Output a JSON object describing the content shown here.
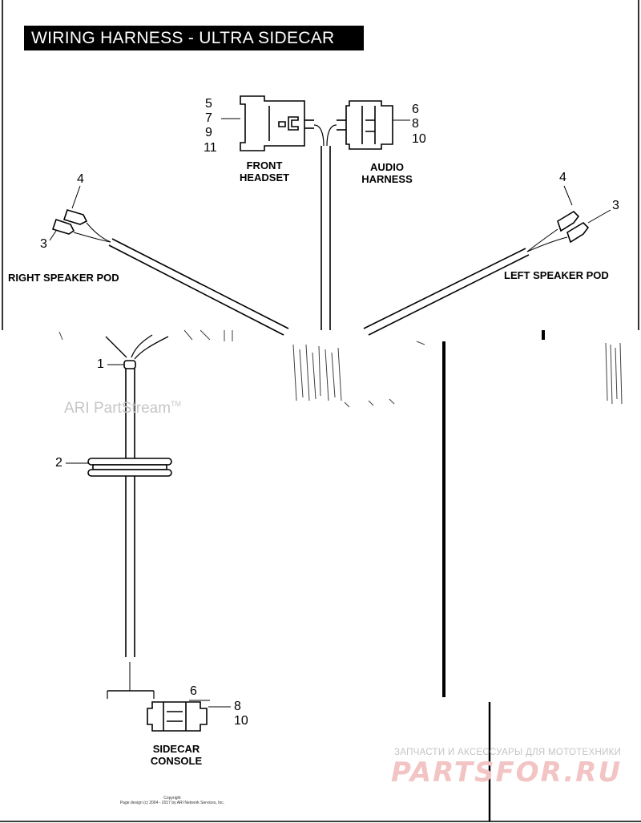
{
  "title": "WIRING HARNESS - ULTRA SIDECAR",
  "labels": {
    "front_headset": [
      "FRONT",
      "HEADSET"
    ],
    "audio_harness": [
      "AUDIO",
      "HARNESS"
    ],
    "right_speaker_pod": "RIGHT SPEAKER POD",
    "left_speaker_pod": "LEFT SPEAKER POD",
    "sidecar_console": [
      "SIDECAR",
      "CONSOLE"
    ]
  },
  "callouts": {
    "front_headset": [
      "5",
      "7",
      "9",
      "11"
    ],
    "audio_harness": [
      "6",
      "8",
      "10"
    ],
    "right_pod": [
      "4",
      "3"
    ],
    "left_pod": [
      "4",
      "3"
    ],
    "cable_clip": "1",
    "grommet": "2",
    "console_connector": [
      "6",
      "8",
      "10"
    ]
  },
  "watermark": {
    "text": "ARI PartStream",
    "mark": "TM"
  },
  "copyright": {
    "line1": "Copyright",
    "line2": "Page design (c) 2004 - 2017 by ARI Network Services, Inc."
  },
  "brand": {
    "subtitle": "ЗАПЧАСТИ И АКСЕССУАРЫ ДЛЯ МОТОТЕХНИКИ",
    "name": "PARTSFOR.RU"
  }
}
